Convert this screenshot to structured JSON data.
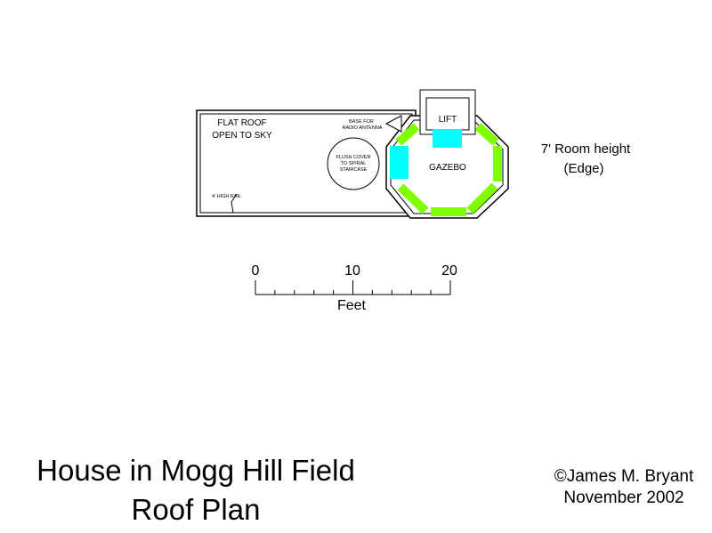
{
  "plan": {
    "flat_roof_line1": "FLAT ROOF",
    "flat_roof_line2": "OPEN TO SKY",
    "antenna_line1": "BASE FOR",
    "antenna_line2": "RADIO ANTENNA",
    "flush_line1": "FLUSH COVER",
    "flush_line2": "TO SPIRAL",
    "flush_line3": "STAIRCASE",
    "rail_label": "4' HIGH RAIL",
    "lift_label": "LIFT",
    "gazebo_label": "GAZEBO"
  },
  "room_height": {
    "line1": "7' Room height",
    "line2": "(Edge)"
  },
  "scale": {
    "ticks": [
      "0",
      "10",
      "20"
    ],
    "unit": "Feet"
  },
  "title": {
    "line1": "House in Mogg Hill Field",
    "line2": "Roof Plan"
  },
  "credit": {
    "line1": "©James M. Bryant",
    "line2": "November 2002"
  },
  "colors": {
    "glazing": "#80ff00",
    "lift_door": "#00ffff",
    "line": "#000000"
  }
}
